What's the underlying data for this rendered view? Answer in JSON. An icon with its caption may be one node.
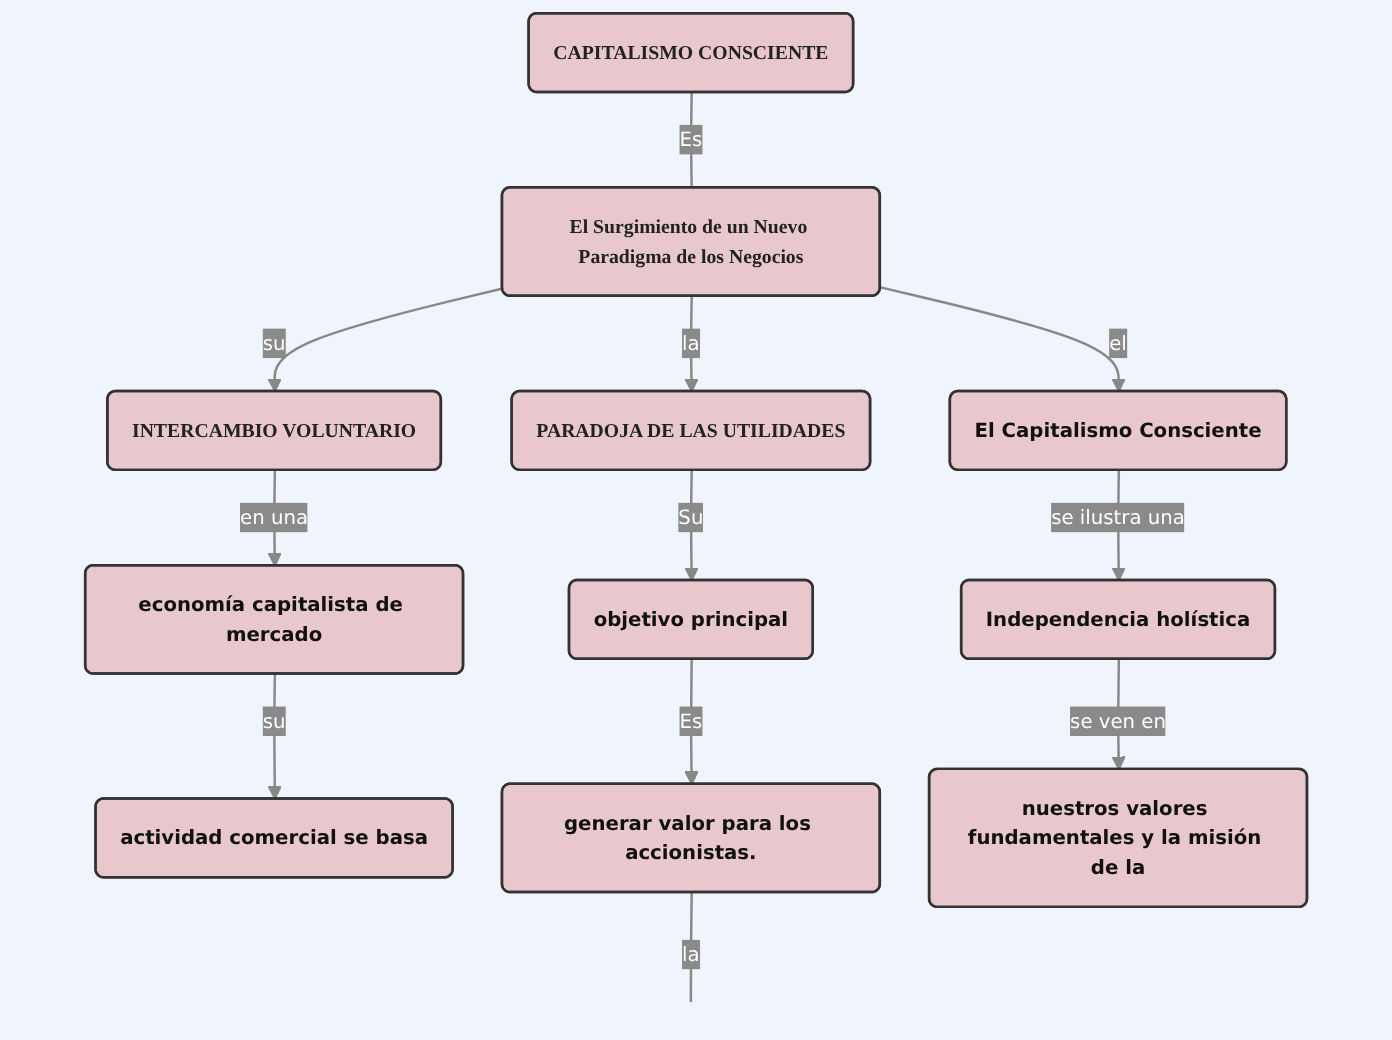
{
  "diagram": {
    "nodes": [
      {
        "text": [
          "CAPITALISMO CONSCIENTE"
        ]
      },
      {
        "text": [
          "El Surgimiento de un Nuevo Paradigma de los Negocios"
        ]
      },
      {
        "text": [
          "INTERCAMBIO VOLUNTARIO"
        ]
      },
      {
        "text": [
          "PARADOJA DE LAS UTILIDADES"
        ]
      },
      {
        "text": [
          "El Capitalismo Consciente"
        ]
      },
      {
        "text": [
          "economía capitalista de mercado"
        ]
      },
      {
        "text": [
          "actividad comercial se basa"
        ]
      },
      {
        "text": [
          "objetivo principal"
        ]
      },
      {
        "text": [
          "generar valor para los accionistas."
        ]
      },
      {
        "text": [
          "Independencia holística"
        ]
      },
      {
        "text": [
          "nuestros valores fundamentales y la misión de la"
        ]
      }
    ],
    "edges": [
      {
        "from": 0,
        "to": 1,
        "arrow": "none",
        "label": "Es"
      },
      {
        "from": 1,
        "to": 2,
        "arrow": "to",
        "label": "su"
      },
      {
        "from": 1,
        "to": 3,
        "arrow": "to",
        "label": "la"
      },
      {
        "from": 1,
        "to": 4,
        "arrow": "to",
        "label": "el"
      },
      {
        "from": 2,
        "to": 5,
        "arrow": "to",
        "label": "en una"
      },
      {
        "from": 5,
        "to": 6,
        "arrow": "to",
        "label": "su"
      },
      {
        "from": 3,
        "to": 7,
        "arrow": "to",
        "label": "Su"
      },
      {
        "from": 7,
        "to": 8,
        "arrow": "to",
        "label": "Es"
      },
      {
        "from": 8,
        "to": null,
        "arrow": "none",
        "label": "la"
      },
      {
        "from": 4,
        "to": 9,
        "arrow": "to",
        "label": "se ilustra una"
      },
      {
        "from": 9,
        "to": 10,
        "arrow": "to",
        "label": "se ven en"
      }
    ]
  }
}
